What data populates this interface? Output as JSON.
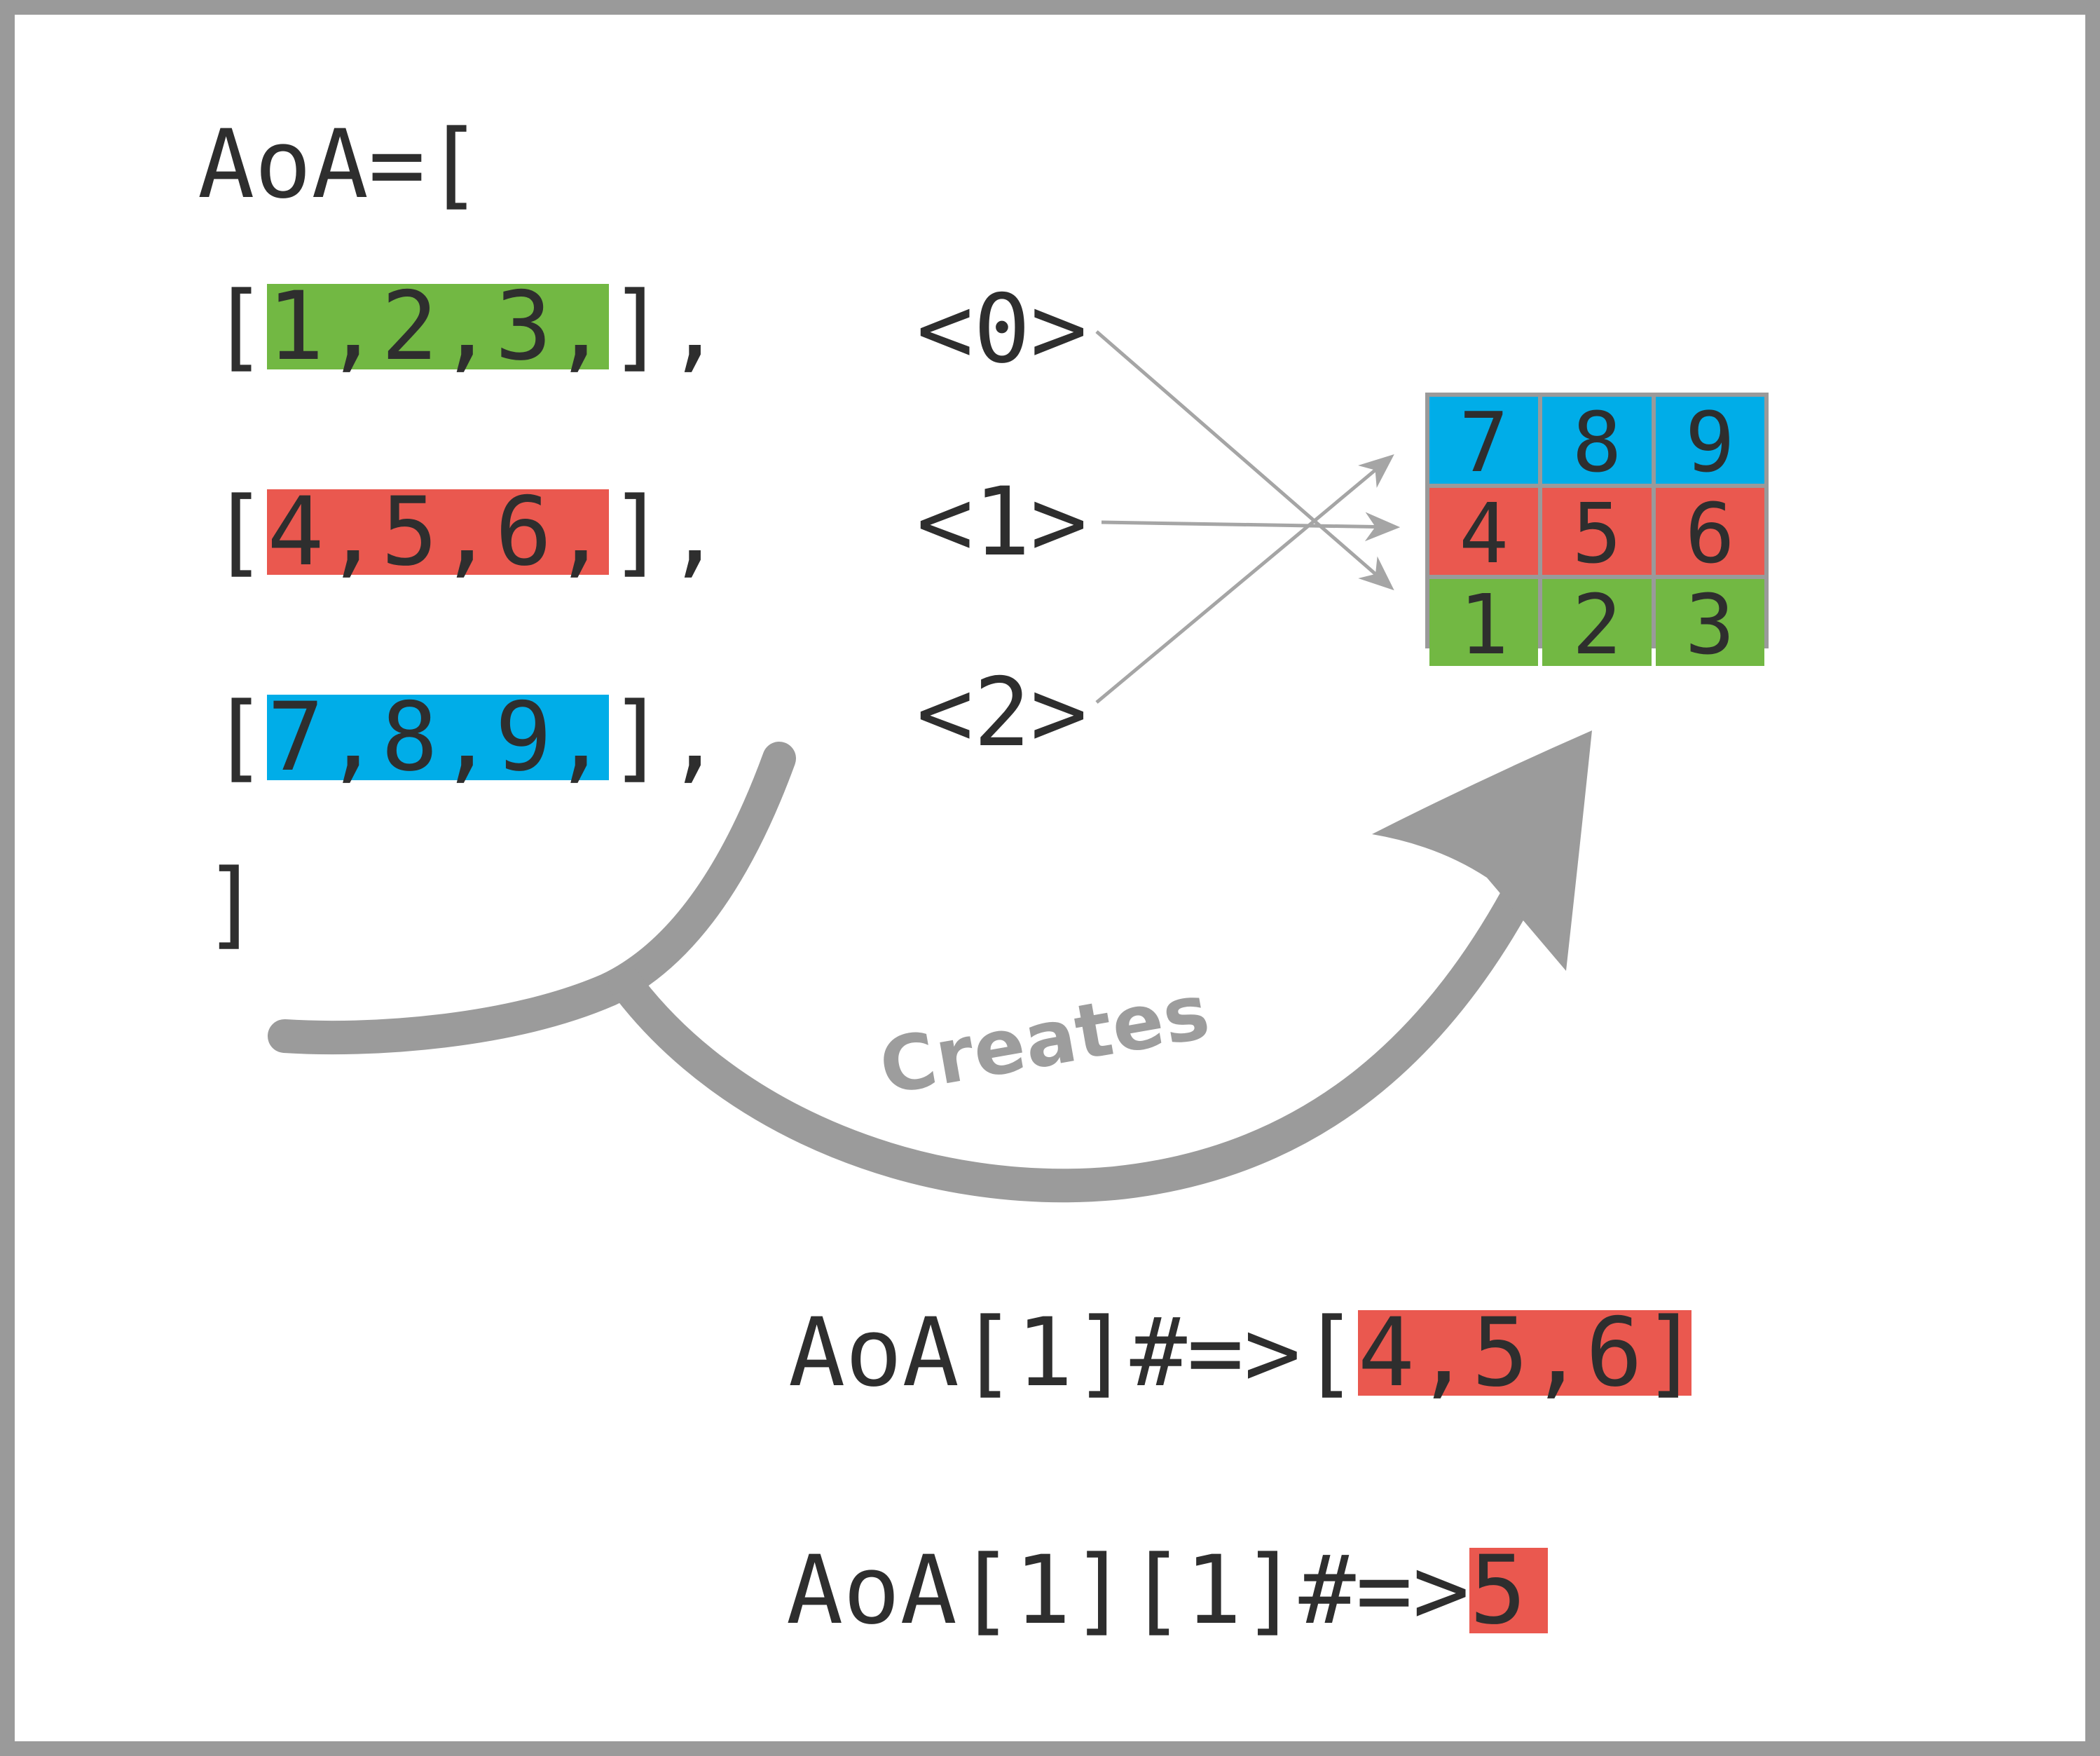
{
  "frame": {
    "border_color": "#9a9a9a"
  },
  "palette": {
    "green": "#72b843",
    "red": "#ea584f",
    "blue": "#00ade8",
    "ink": "#2e2e2e",
    "swoosh_gray": "#9b9b9b",
    "line_gray": "#a5a5a5"
  },
  "definition": {
    "header": "AoA=[",
    "rows": [
      {
        "open": "[",
        "values": "1,2,3,",
        "close": "],",
        "color": "green"
      },
      {
        "open": "[",
        "values": "4,5,6,",
        "close": "],",
        "color": "red"
      },
      {
        "open": "[",
        "values": "7,8,9,",
        "close": "],",
        "color": "blue"
      }
    ],
    "footer": "]"
  },
  "indices": [
    {
      "label": "<0>"
    },
    {
      "label": "<1>"
    },
    {
      "label": "<2>"
    }
  ],
  "creates_label": "Creates",
  "matrix": {
    "rows": [
      {
        "color": "blue",
        "cells": [
          "7",
          "8",
          "9"
        ]
      },
      {
        "color": "red",
        "cells": [
          "4",
          "5",
          "6"
        ]
      },
      {
        "color": "green",
        "cells": [
          "1",
          "2",
          "3"
        ]
      }
    ]
  },
  "examples": [
    {
      "prefix": "AoA[1]#=>",
      "open": "[",
      "highlight": "4,5,6",
      "close": "]",
      "color": "red"
    },
    {
      "prefix": "AoA[1][1]#=>",
      "highlight": "5",
      "color": "red"
    }
  ]
}
